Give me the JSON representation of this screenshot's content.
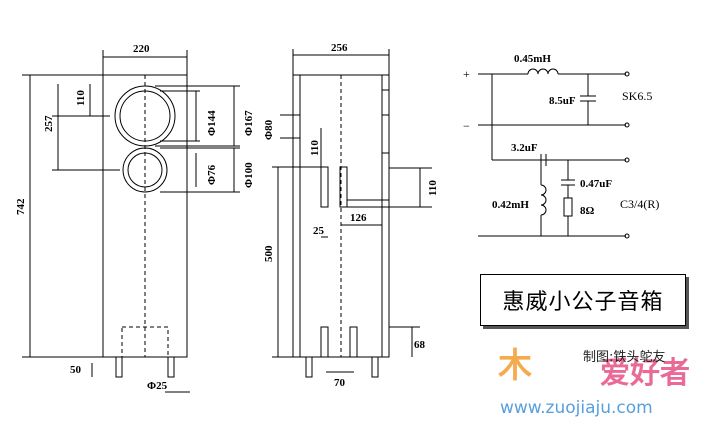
{
  "dims": {
    "front_width": "220",
    "side_width": "256",
    "height": "742",
    "top_to_woofer": "110",
    "woofer_center": "257",
    "woofer_phi_a": "Φ144",
    "woofer_phi_b": "Φ167",
    "tweeter_phi_a": "Φ76",
    "tweeter_phi_b": "Φ100",
    "foot_height": "50",
    "foot_phi": "Φ25",
    "side_phi": "Φ80",
    "side_110": "110",
    "side_110_right": "110",
    "side_25": "25",
    "side_126": "126",
    "side_500": "500",
    "side_68": "68",
    "side_70": "70"
  },
  "circuit": {
    "plus": "+",
    "minus": "−",
    "l1": "0.45mH",
    "c1": "8.5uF",
    "sk": "SK6.5",
    "c2": "3.2uF",
    "c3": "0.47uF",
    "l2": "0.42mH",
    "r1": "8Ω",
    "c34": "C3/4(R)"
  },
  "title": "惠威小公子音箱",
  "credit": "制图:铁头鸵友",
  "watermark": {
    "logo_a": "木",
    "logo_b": "爱好者",
    "url": "www.zuojiaju.com"
  }
}
